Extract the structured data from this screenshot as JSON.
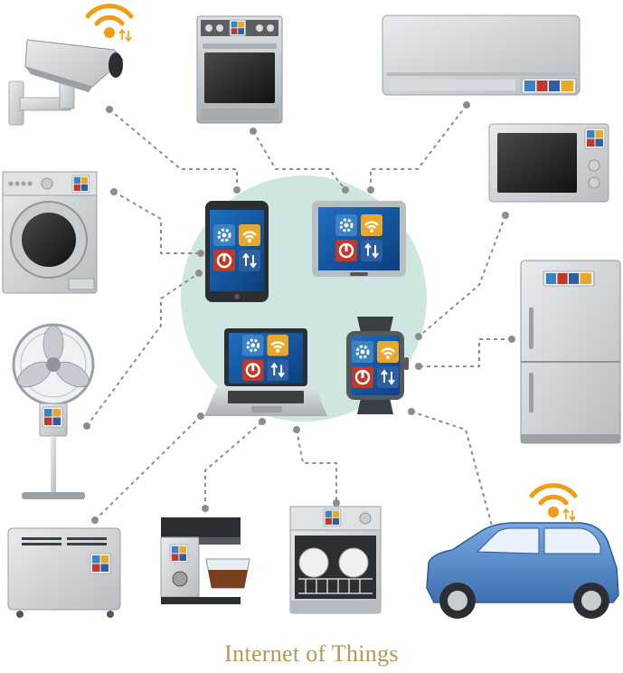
{
  "caption": "Internet of Things",
  "colors": {
    "hub_circle": "#cfe6e0",
    "connector": "#8d8d8d",
    "wifi": "#f39c12",
    "gear_tile": "#3b82c4",
    "wifi_tile": "#e9a72c",
    "power_tile": "#c0392b",
    "sync_tile": "#2d5fa3",
    "device_gray": "#c9cccf",
    "car_blue": "#5b8fcf"
  },
  "hub_devices": [
    "tablet-vertical",
    "tablet-landscape",
    "laptop",
    "smartwatch"
  ],
  "peripheral_devices": [
    "security-camera",
    "oven",
    "air-conditioner",
    "microwave",
    "washing-machine",
    "refrigerator",
    "fan",
    "heater",
    "coffee-machine",
    "dishwasher",
    "car"
  ],
  "icons": [
    "gear-icon",
    "wifi-icon",
    "power-icon",
    "sync-icon"
  ]
}
